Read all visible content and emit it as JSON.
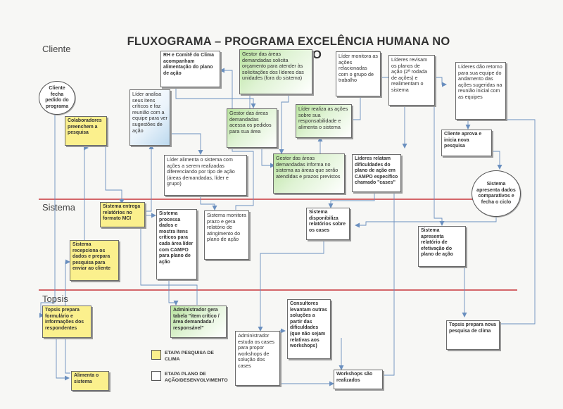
{
  "title": "FLUXOGRAMA – PROGRAMA EXCELÊNCIA HUMANA NO TRABALHO",
  "lanes": {
    "cliente": "Cliente",
    "sistema": "Sistema",
    "topsis": "Topsis"
  },
  "colors": {
    "lane_divider": "#c9373b",
    "etapa_pesquisa": "#fbf08d",
    "etapa_plano": "#ffffff",
    "green_tint": "#b9e39f",
    "blue_tint": "#bcd9ee"
  },
  "nodes": {
    "cliente_fecha": "Cliente fecha pedido do programa",
    "rh_comite": "RH e Comitê do Clima acompanham alimentação do plano de ação",
    "gestor_solicita": "Gestor das áreas demandadas solicita orçamento para atender às solicitações dos líderes das unidades (fora do sistema)",
    "lider_monitora": "Líder monitora as ações relacionadas com o grupo de trabalho",
    "lideres_revisam": "Líderes revisam os planos de ação (2ª rodada de ações) e realimentam o sistema",
    "lideres_dao_retorno": "Líderes dão retorno para sua equipe do andamento das ações sugeridas na reunião inicial com as equipes",
    "lider_analisa": "Líder analisa seus itens críticos e faz reunião com a equipe para ver sugestões de ação",
    "colaboradores": "Colaboradores preenchem a pesquisa",
    "gestor_acessa": "Gestor das áreas demandadas acessa os pedidos para sua área",
    "lider_realiza": "Líder realiza as ações sobre sua responsabilidade e alimenta o sistema",
    "cliente_aprova": "Cliente aprova e inicia nova pesquisa",
    "lider_alimenta": "Líder alimenta o sistema com ações a serem realizadas diferenciando por tipo de ação (áreas demandadas, líder e grupo)",
    "gestor_informa": "Gestor das áreas demandadas informa no sistema as áreas que serão atendidas e prazos previstos",
    "lideres_relatam": "Líderes relatam dificuldades do plano de ação em CAMPO específico chamado \"cases\"",
    "sistema_apresenta_dados": "Sistema apresenta dados comparativos e fecha o ciclo",
    "sistema_entrega": "Sistema entrega relatórios no formato MCI",
    "sistema_processa": "Sistema processa dados e mostra itens críticos para cada área líder com CAMPO para plano de ação",
    "sistema_monitora": "Sistema monitora prazo e gera relatório de atingimento do plano de ação",
    "sistema_disponibiliza": "Sistema disponibiliza relatórios sobre os cases",
    "sistema_apresenta_relatorio": "Sistema apresenta relatório de efetivação do plano de ação",
    "sistema_recepciona": "Sistema recepciona os dados e prepara pesquisa para enviar ao cliente",
    "topsis_prepara": "Topsis prepara formulário e informações dos respondentes",
    "administrador_gera": "Administrador gera tabela \"item crítico / área demandada / responsável\"",
    "administrador_estuda": "Administrador estuda os cases para propor workshops de solução dos cases",
    "consultores": "Consultores levantam outras soluções a partir das dificuldades (que não sejam relativas aos workshops)",
    "topsis_nova": "Topsis prepara nova pesquisa de clima",
    "alimenta": "Alimenta o sistema",
    "workshops": "Workshops são realizados"
  },
  "legend": {
    "pesquisa": "ETAPA PESQUISA DE CLIMA",
    "plano": "ETAPA PLANO DE AÇÃO/DESENVOLVIMENTO"
  }
}
